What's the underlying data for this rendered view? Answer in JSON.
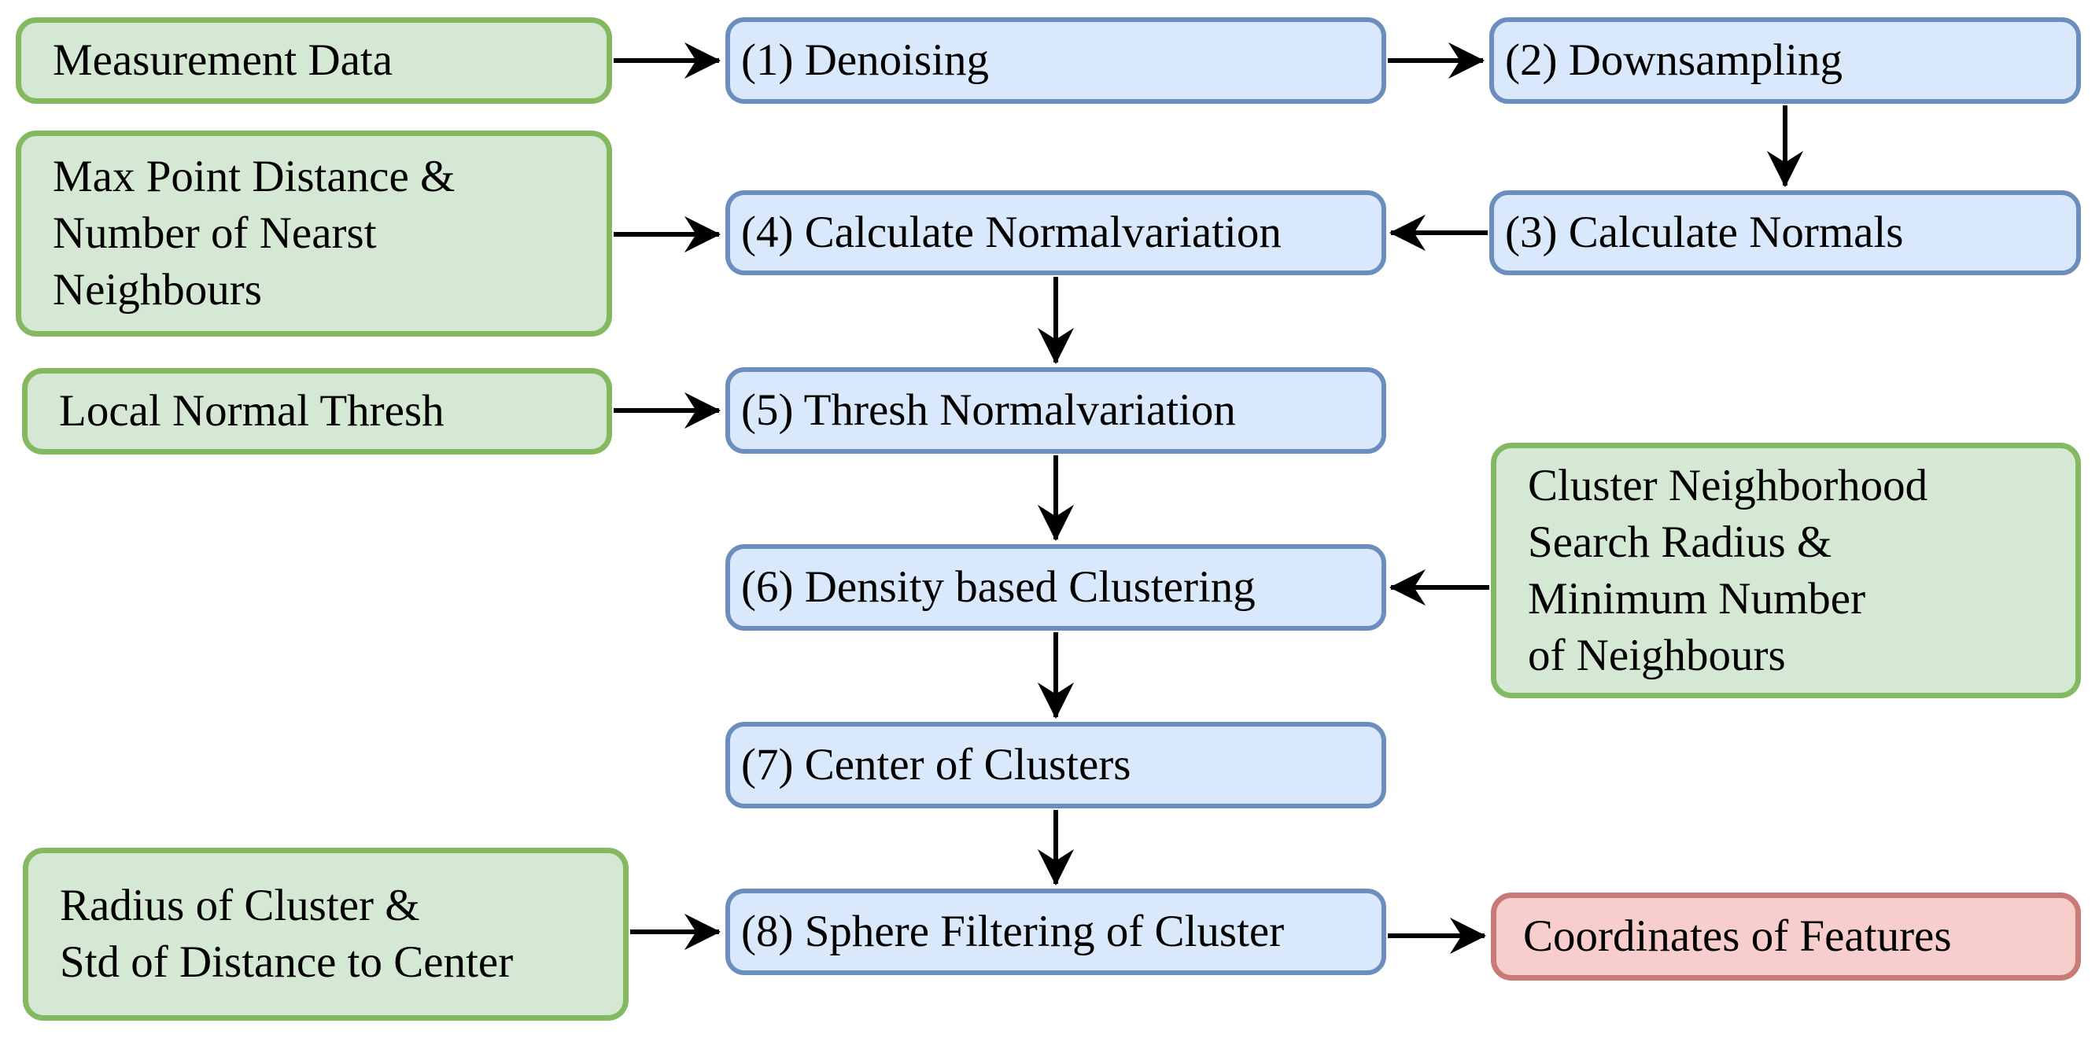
{
  "diagram": {
    "kind": "flowchart",
    "background": "#ffffff",
    "colors": {
      "input_fill": "#d5e8d4",
      "input_stroke": "#84b861",
      "process_fill": "#dae8fc",
      "process_stroke": "#6c8ebf",
      "output_fill": "#f8cecc",
      "output_stroke": "#c97a77",
      "arrow": "#000000",
      "text": "#000000"
    },
    "nodes": [
      {
        "id": "measurement-data",
        "kind": "input",
        "label": "Measurement Data"
      },
      {
        "id": "denoising",
        "kind": "process",
        "label": "(1) Denoising"
      },
      {
        "id": "downsampling",
        "kind": "process",
        "label": "(2) Downsampling"
      },
      {
        "id": "calculate-normals",
        "kind": "process",
        "label": "(3) Calculate Normals"
      },
      {
        "id": "max-point-distance",
        "kind": "input",
        "label": "Max Point Distance &\nNumber of Nearst\nNeighbours"
      },
      {
        "id": "calculate-normalvariation",
        "kind": "process",
        "label": "(4) Calculate Normalvariation"
      },
      {
        "id": "local-normal-thresh",
        "kind": "input",
        "label": "Local Normal Thresh"
      },
      {
        "id": "thresh-normalvariation",
        "kind": "process",
        "label": "(5) Thresh Normalvariation"
      },
      {
        "id": "density-based-clustering",
        "kind": "process",
        "label": "(6) Density based Clustering"
      },
      {
        "id": "cluster-neighborhood",
        "kind": "input",
        "label": "Cluster Neighborhood\nSearch Radius &\nMinimum Number\nof Neighbours"
      },
      {
        "id": "center-of-clusters",
        "kind": "process",
        "label": "(7) Center of Clusters"
      },
      {
        "id": "sphere-filtering",
        "kind": "process",
        "label": "(8) Sphere Filtering of Cluster"
      },
      {
        "id": "radius-of-cluster",
        "kind": "input",
        "label": "Radius of Cluster &\nStd of Distance to Center"
      },
      {
        "id": "coordinates-of-features",
        "kind": "output",
        "label": "Coordinates of Features"
      }
    ],
    "edges": [
      {
        "from": "measurement-data",
        "to": "denoising"
      },
      {
        "from": "denoising",
        "to": "downsampling"
      },
      {
        "from": "downsampling",
        "to": "calculate-normals"
      },
      {
        "from": "calculate-normals",
        "to": "calculate-normalvariation"
      },
      {
        "from": "max-point-distance",
        "to": "calculate-normalvariation"
      },
      {
        "from": "calculate-normalvariation",
        "to": "thresh-normalvariation"
      },
      {
        "from": "local-normal-thresh",
        "to": "thresh-normalvariation"
      },
      {
        "from": "thresh-normalvariation",
        "to": "density-based-clustering"
      },
      {
        "from": "cluster-neighborhood",
        "to": "density-based-clustering"
      },
      {
        "from": "density-based-clustering",
        "to": "center-of-clusters"
      },
      {
        "from": "center-of-clusters",
        "to": "sphere-filtering"
      },
      {
        "from": "radius-of-cluster",
        "to": "sphere-filtering"
      },
      {
        "from": "sphere-filtering",
        "to": "coordinates-of-features"
      }
    ]
  }
}
